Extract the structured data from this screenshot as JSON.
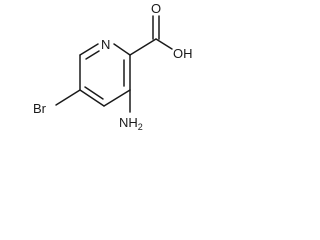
{
  "molecule": {
    "atoms": {
      "ring_nitrogen": "N",
      "carbonyl_oxygen": "O",
      "hydroxyl": "OH",
      "amino": "NH2",
      "bromine": "Br"
    }
  },
  "colors": {
    "bond": "#1a1a1a",
    "background": "#ffffff"
  }
}
